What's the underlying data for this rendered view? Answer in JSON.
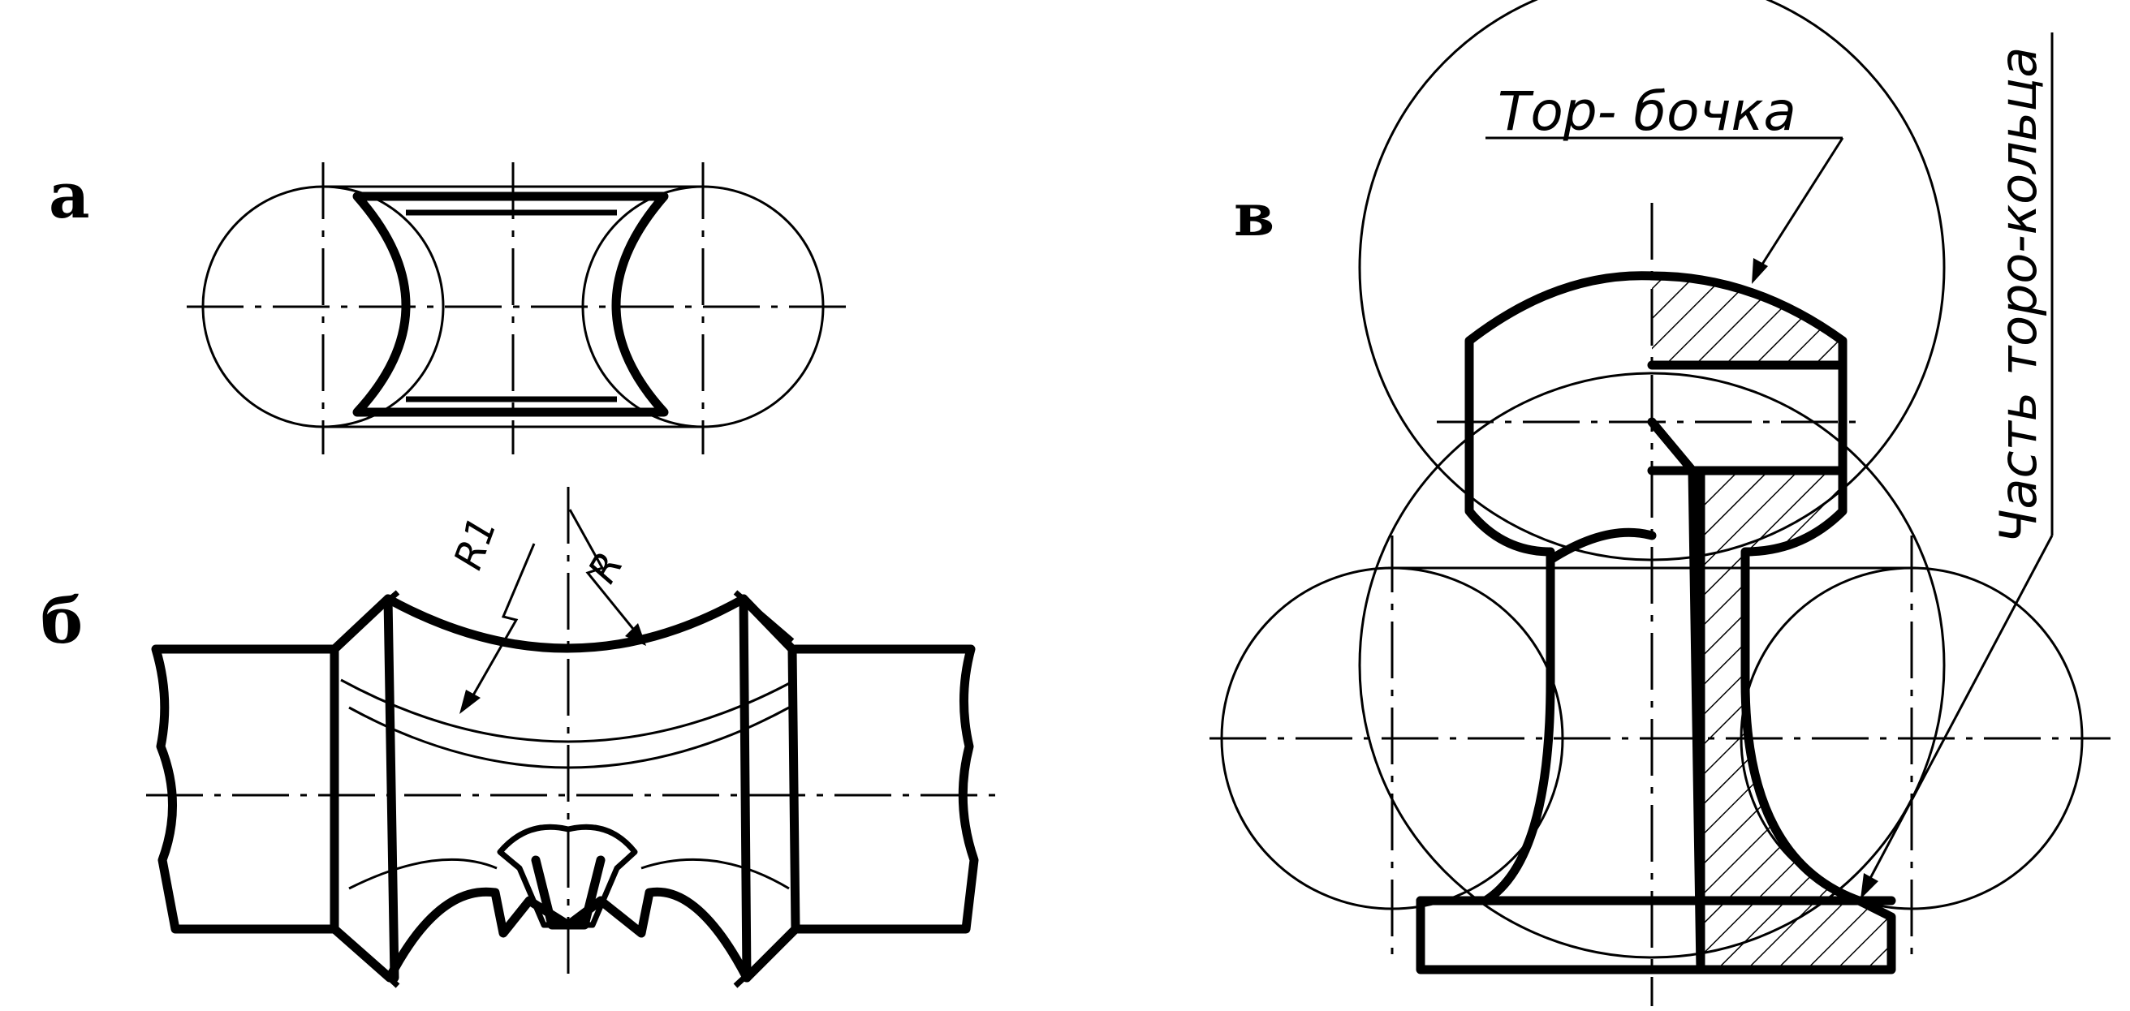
{
  "labels": {
    "view_a": "а",
    "view_b": "б",
    "view_c": "в",
    "radius_r1": "R1",
    "radius_r": "R",
    "tor_bochka": "Тор- бочка",
    "chast_toro_koltsa": "Часть торо-кольца"
  },
  "colors": {
    "ink": "#000000",
    "paper": "#ffffff"
  }
}
